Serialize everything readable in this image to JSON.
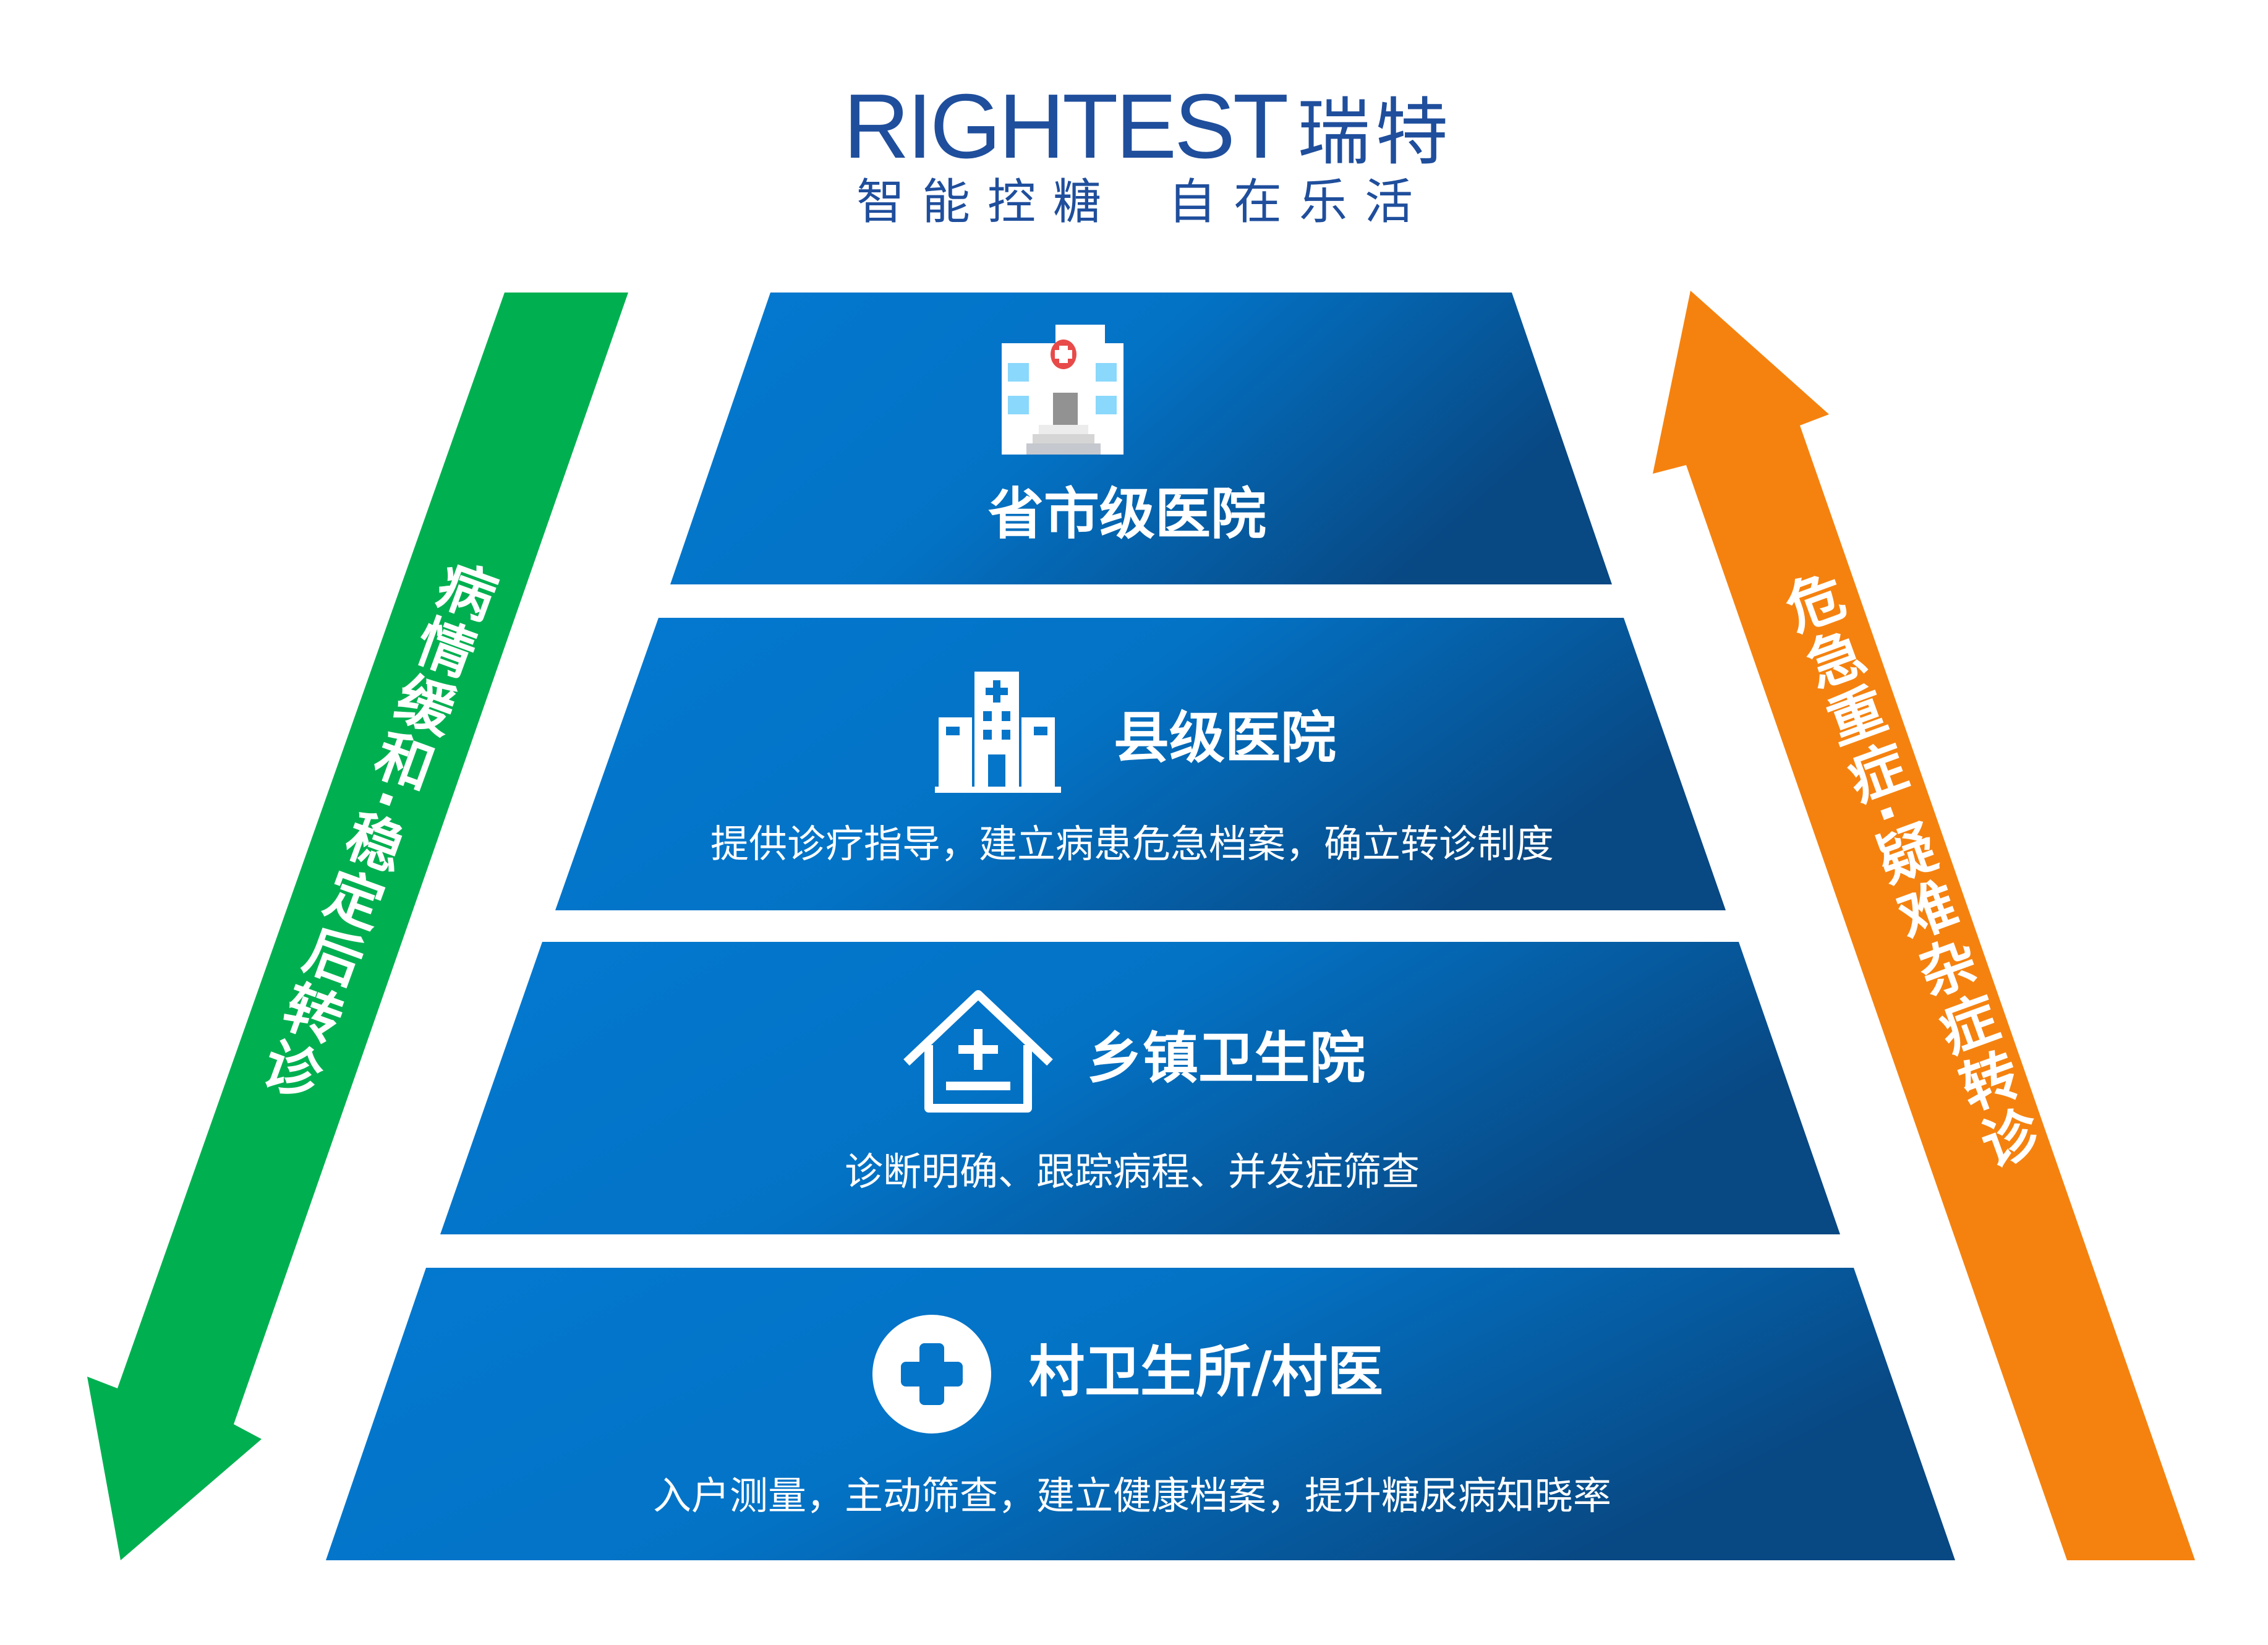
{
  "logo": {
    "brand": "RIGHTEST",
    "brand_cn": "瑞特",
    "tagline_1": "智能控糖",
    "tagline_2": "自在乐活"
  },
  "colors": {
    "brand": "#1f4e9c",
    "tier_light": "#0379d0",
    "tier_dark": "#084883",
    "green": "#00b050",
    "orange": "#f5820f"
  },
  "arrows": {
    "down_label": "病情缓和·稳定后转诊",
    "up_label": "危急重症·疑难杂症转诊"
  },
  "tiers": [
    {
      "title": "省市级医院",
      "icon": "hospital-building-icon"
    },
    {
      "title": "县级医院",
      "desc": "提供诊疗指导，建立病患危急档案，确立转诊制度",
      "icon": "county-hospital-icon"
    },
    {
      "title": "乡镇卫生院",
      "desc": "诊断明确、跟踪病程、并发症筛查",
      "icon": "health-center-house-icon"
    },
    {
      "title": "村卫生所/村医",
      "desc": "入户测量，主动筛查，建立健康档案，提升糖尿病知晓率",
      "icon": "medical-cross-circle-icon"
    }
  ]
}
